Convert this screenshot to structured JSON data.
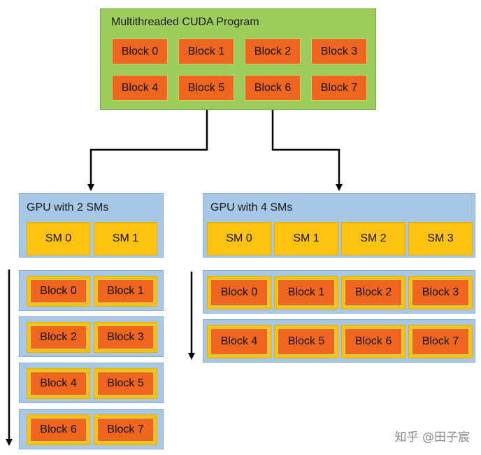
{
  "program": {
    "title": "Multithreaded CUDA Program",
    "blocks": [
      "Block 0",
      "Block 1",
      "Block 2",
      "Block 3",
      "Block 4",
      "Block 5",
      "Block 6",
      "Block 7"
    ]
  },
  "gpu2": {
    "title": "GPU with 2 SMs",
    "sms": [
      "SM 0",
      "SM 1"
    ],
    "rows": [
      [
        "Block 0",
        "Block 1"
      ],
      [
        "Block 2",
        "Block 3"
      ],
      [
        "Block 4",
        "Block 5"
      ],
      [
        "Block 6",
        "Block 7"
      ]
    ]
  },
  "gpu4": {
    "title": "GPU with 4 SMs",
    "sms": [
      "SM 0",
      "SM 1",
      "SM 2",
      "SM 3"
    ],
    "rows": [
      [
        "Block 0",
        "Block 1",
        "Block 2",
        "Block 3"
      ],
      [
        "Block 4",
        "Block 5",
        "Block 6",
        "Block 7"
      ]
    ]
  },
  "watermark": "知乎 @田子宸",
  "colors": {
    "program_bg": "#9ccc5c",
    "block": "#f0661e",
    "gpu_bg": "#a6c8e6",
    "sm": "#ffc20e"
  }
}
